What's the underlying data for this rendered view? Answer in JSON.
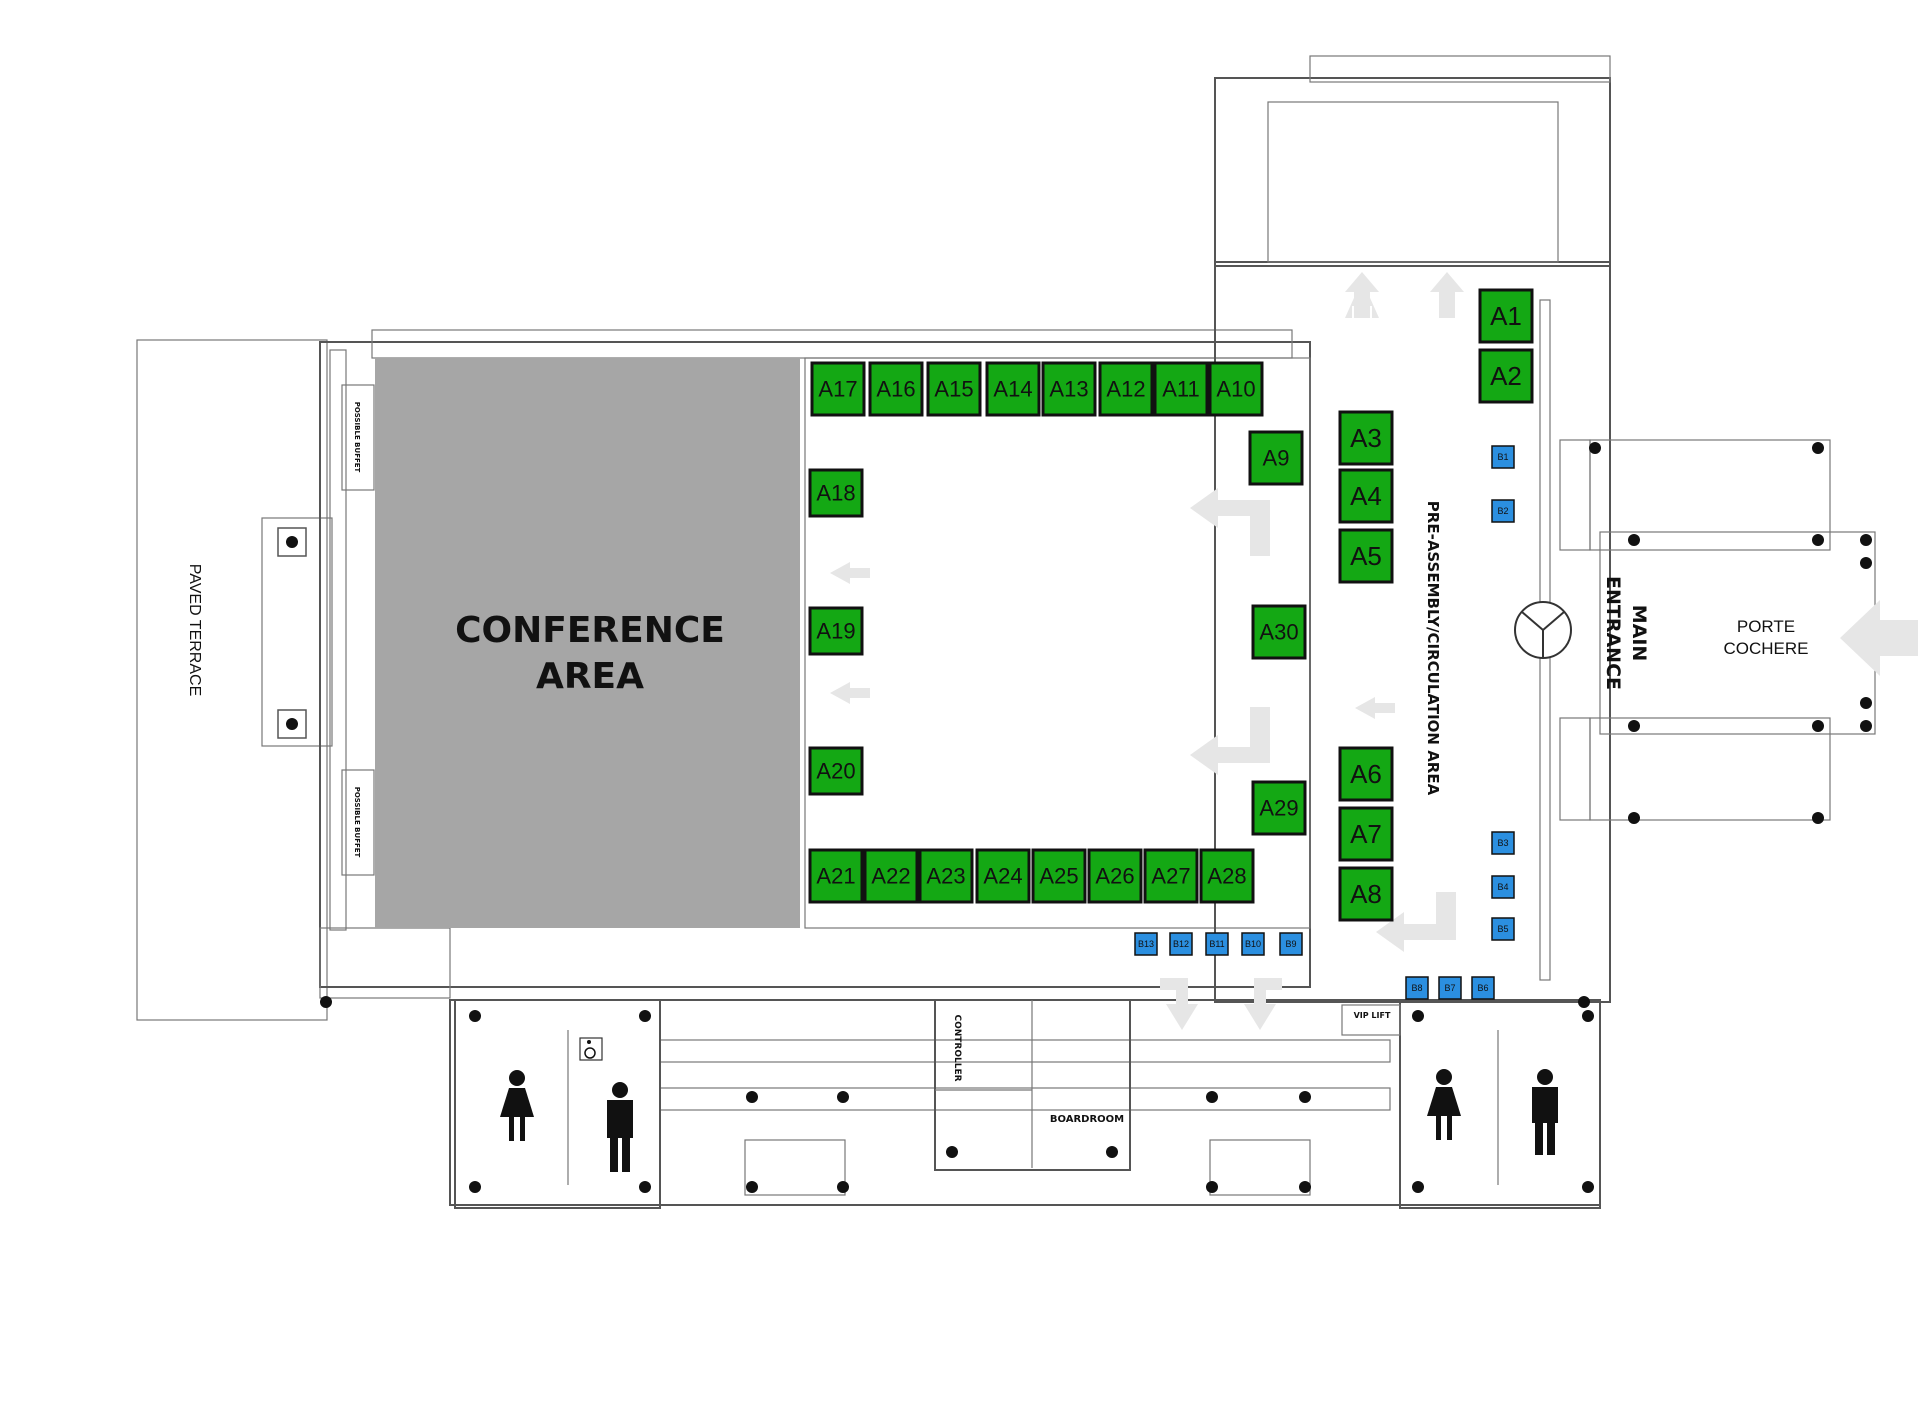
{
  "conference": {
    "line1": "CONFERENCE",
    "line2": "AREA",
    "color": "#a6a6a6"
  },
  "labels": {
    "paved_terrace": "PAVED TERRACE",
    "possible_buffet": "POSSIBLE BUFFET",
    "pre_assembly": "PRE-ASSEMBLY/CIRCULATION AREA",
    "main_entrance_1": "MAIN",
    "main_entrance_2": "ENTRANCE",
    "porte_1": "PORTE",
    "porte_2": "COCHERE",
    "controller": "CONTROLLER",
    "boardroom": "BOARDROOM",
    "vip_lift": "VIP LIFT"
  },
  "colors": {
    "booth_a": "#14a814",
    "booth_b": "#2b8fe0",
    "arrow": "#e6e6e6"
  },
  "booths_a": [
    "A1",
    "A2",
    "A3",
    "A4",
    "A5",
    "A6",
    "A7",
    "A8",
    "A9",
    "A10",
    "A11",
    "A12",
    "A13",
    "A14",
    "A15",
    "A16",
    "A17",
    "A18",
    "A19",
    "A20",
    "A21",
    "A22",
    "A23",
    "A24",
    "A25",
    "A26",
    "A27",
    "A28",
    "A29",
    "A30"
  ],
  "booths_b": [
    "B1",
    "B2",
    "B3",
    "B4",
    "B5",
    "B6",
    "B7",
    "B8",
    "B9",
    "B10",
    "B11",
    "B12",
    "B13"
  ],
  "icons": [
    "female-restroom-icon",
    "male-restroom-icon",
    "wheelchair-icon",
    "revolving-door-icon",
    "direction-arrow-icon"
  ]
}
